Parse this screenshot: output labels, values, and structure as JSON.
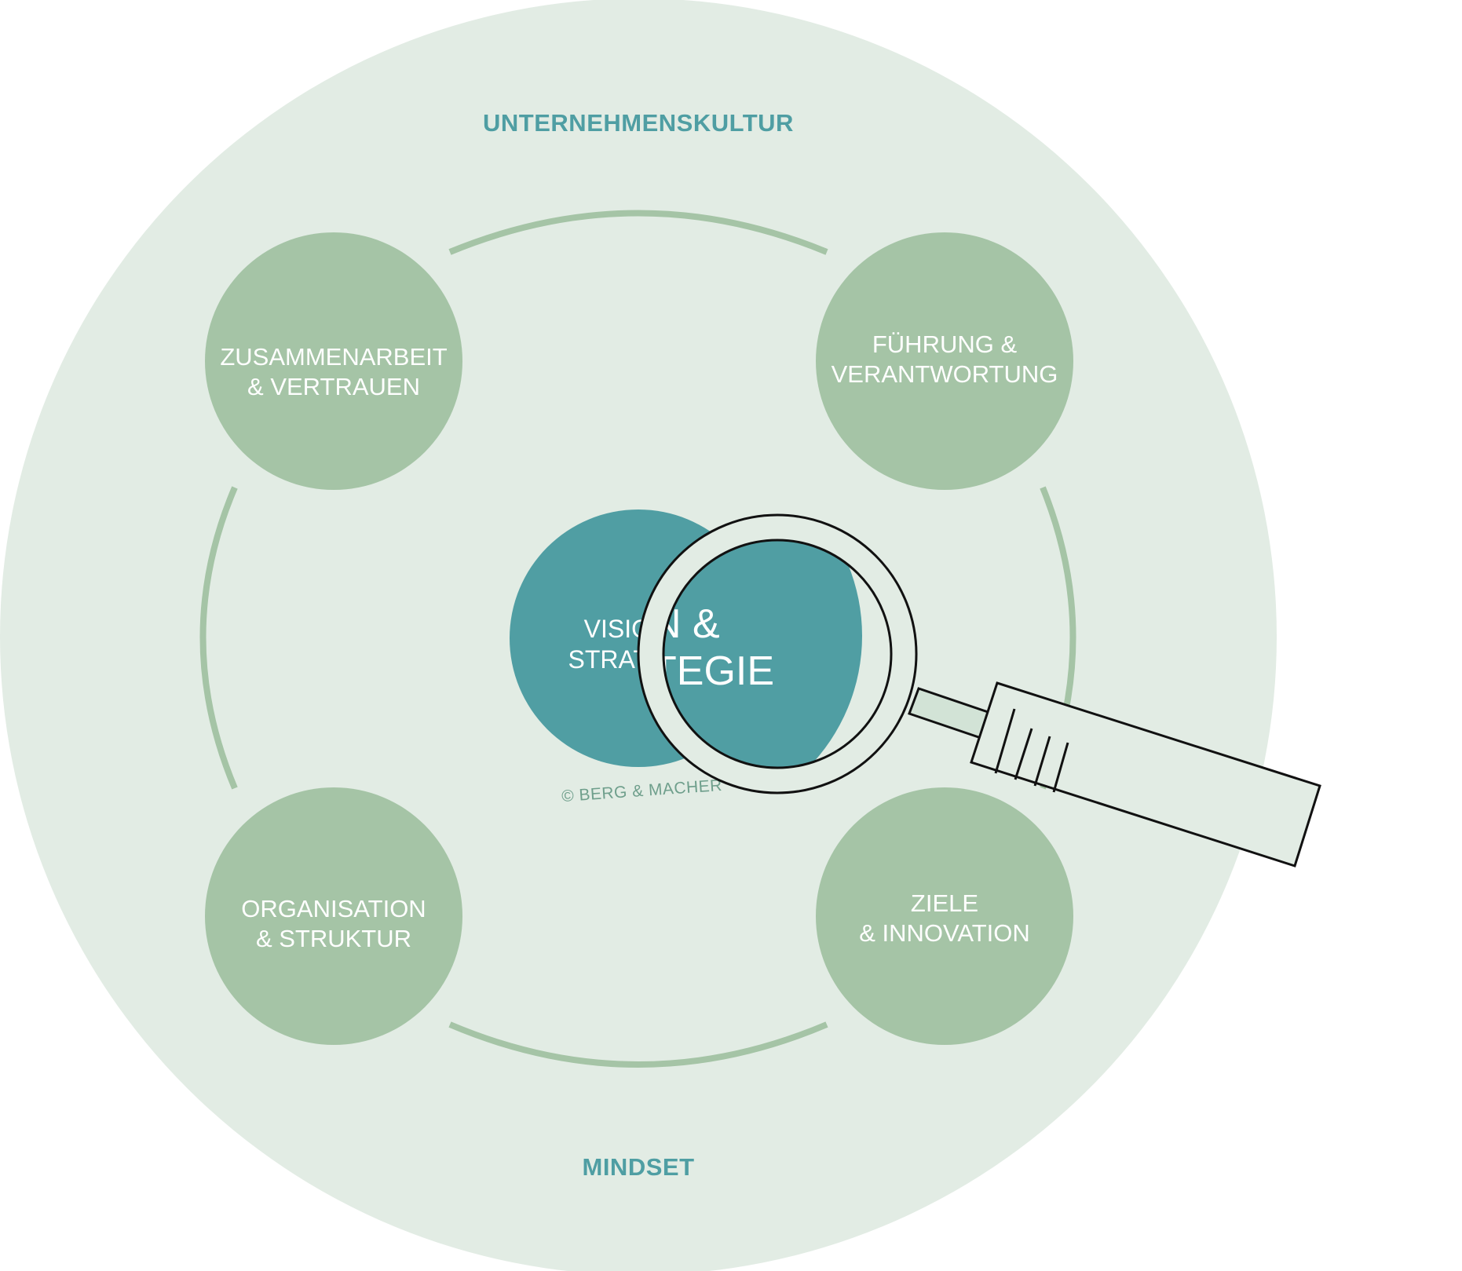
{
  "diagram": {
    "outer_top_label": "UNTERNEHMENSKULTUR",
    "outer_bottom_label": "MINDSET",
    "nodes": [
      {
        "lines": [
          "ZUSAMMENARBEIT",
          "& VERTRAUEN"
        ]
      },
      {
        "lines": [
          "FÜHRUNG &",
          "VERANTWORTUNG"
        ]
      },
      {
        "lines": [
          "ORGANISATION",
          "& STRUKTUR"
        ]
      },
      {
        "lines": [
          "ZIELE",
          "& INNOVATION"
        ]
      }
    ],
    "center": {
      "lines": [
        "VISION &",
        "STRATEGIE"
      ]
    },
    "magnified_text": {
      "lines": [
        "N &",
        "TEGIE"
      ]
    },
    "copyright": "© BERG & MACHER"
  },
  "colors": {
    "outer_circle": "#e2ece4",
    "node_circle": "#a5c4a6",
    "connector_arc": "#a5c4a6",
    "center_circle": "#509ea3",
    "label_accent": "#4f9ea3",
    "magnifier_outline": "#111111",
    "magnifier_fill": "#e2ece4"
  },
  "icons": {
    "magnifier": "magnifying-glass-icon"
  }
}
